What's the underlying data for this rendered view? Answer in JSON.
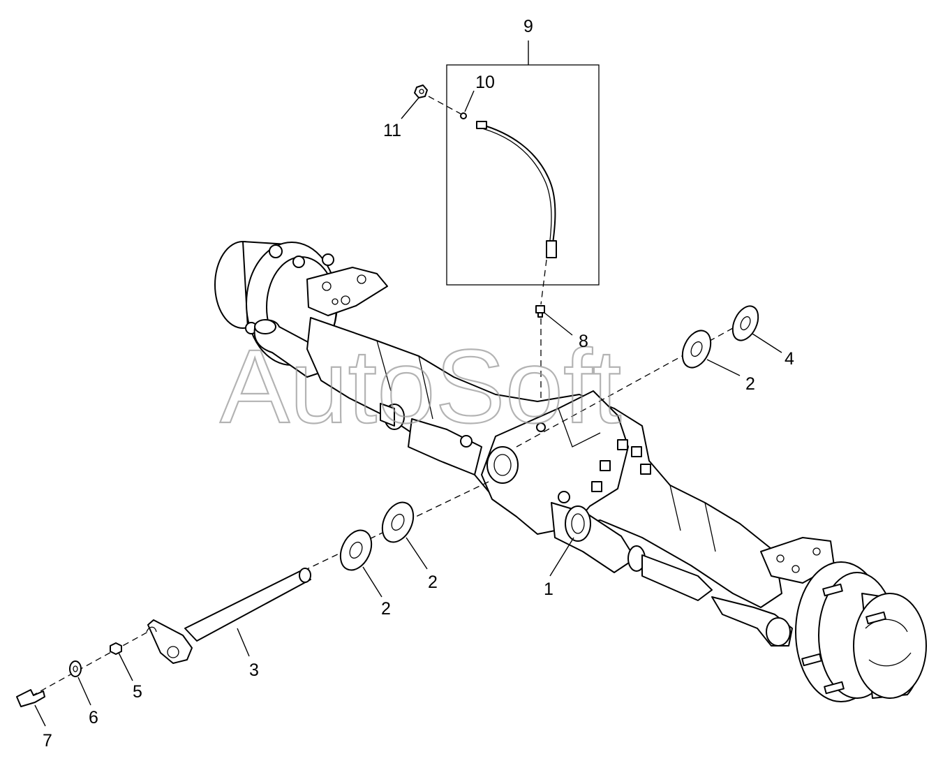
{
  "watermark": "AutoSoft",
  "callouts": {
    "c1": "1",
    "c2a": "2",
    "c2b": "2",
    "c2c": "2",
    "c3": "3",
    "c4": "4",
    "c5": "5",
    "c6": "6",
    "c7": "7",
    "c8": "8",
    "c9": "9",
    "c10": "10",
    "c11": "11"
  }
}
